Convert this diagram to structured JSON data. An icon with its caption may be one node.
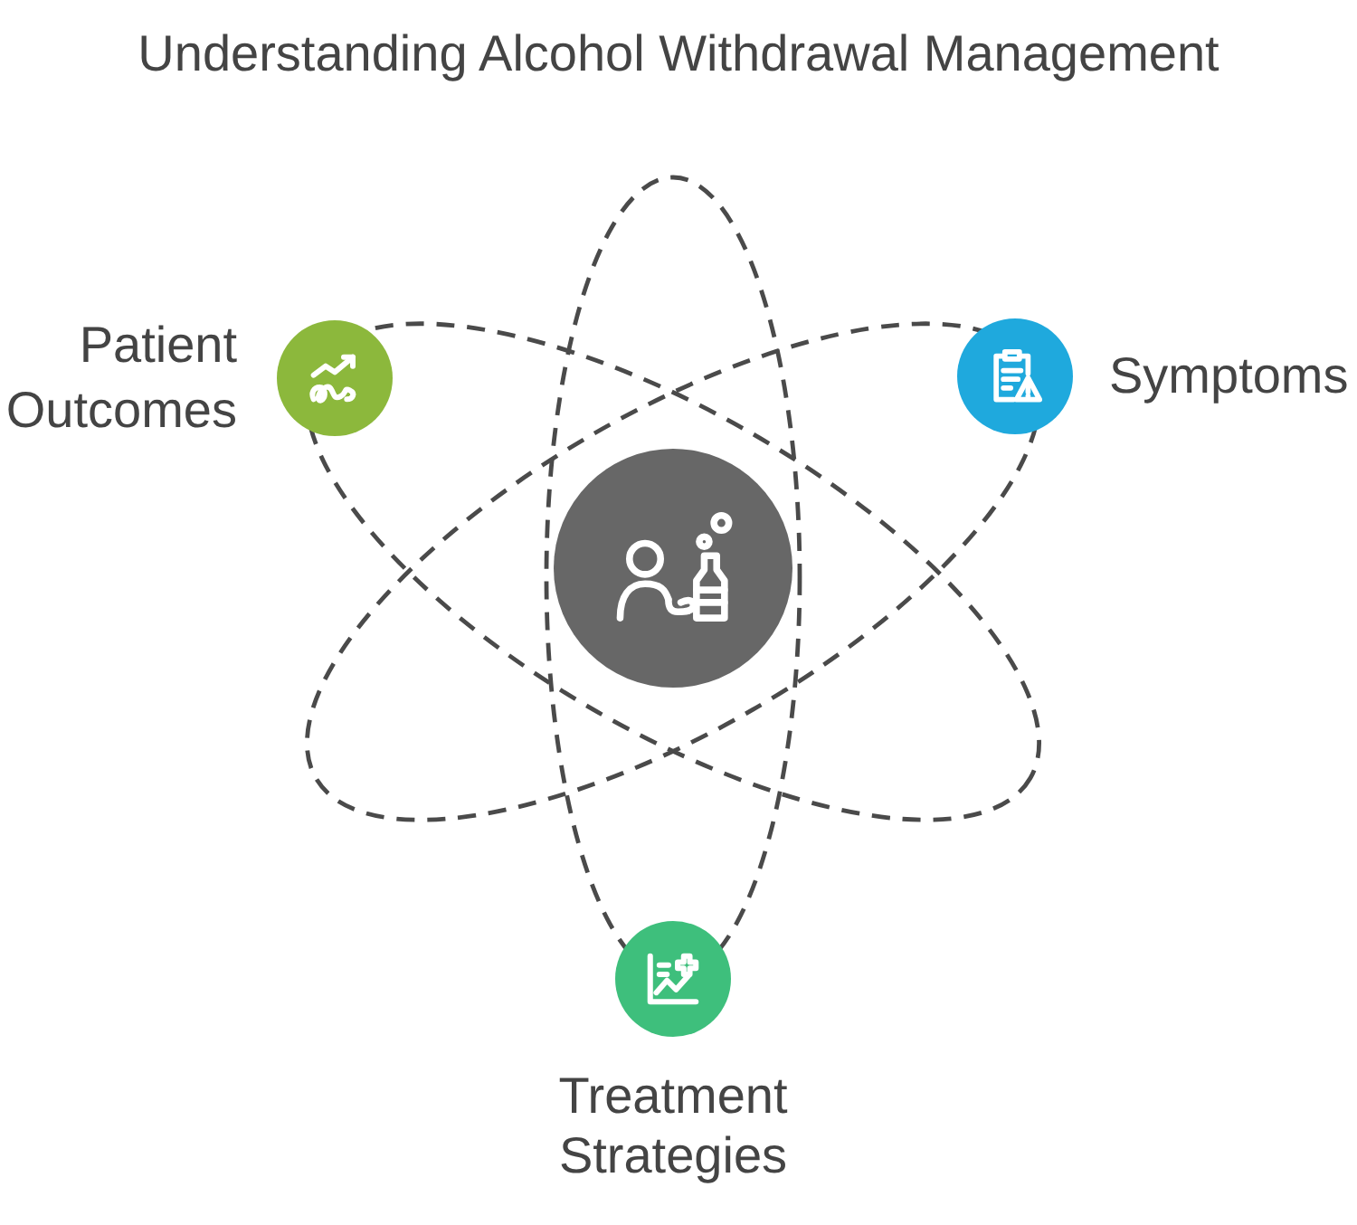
{
  "diagram": {
    "title": "Understanding Alcohol Withdrawal Management",
    "nodes": [
      {
        "text": [
          "Patient Outcomes"
        ]
      },
      {
        "text": [
          "Symptoms"
        ]
      },
      {
        "text": [],
        "shape": "circle"
      },
      {
        "text": [
          "Treatment Strategies"
        ]
      }
    ]
  }
}
